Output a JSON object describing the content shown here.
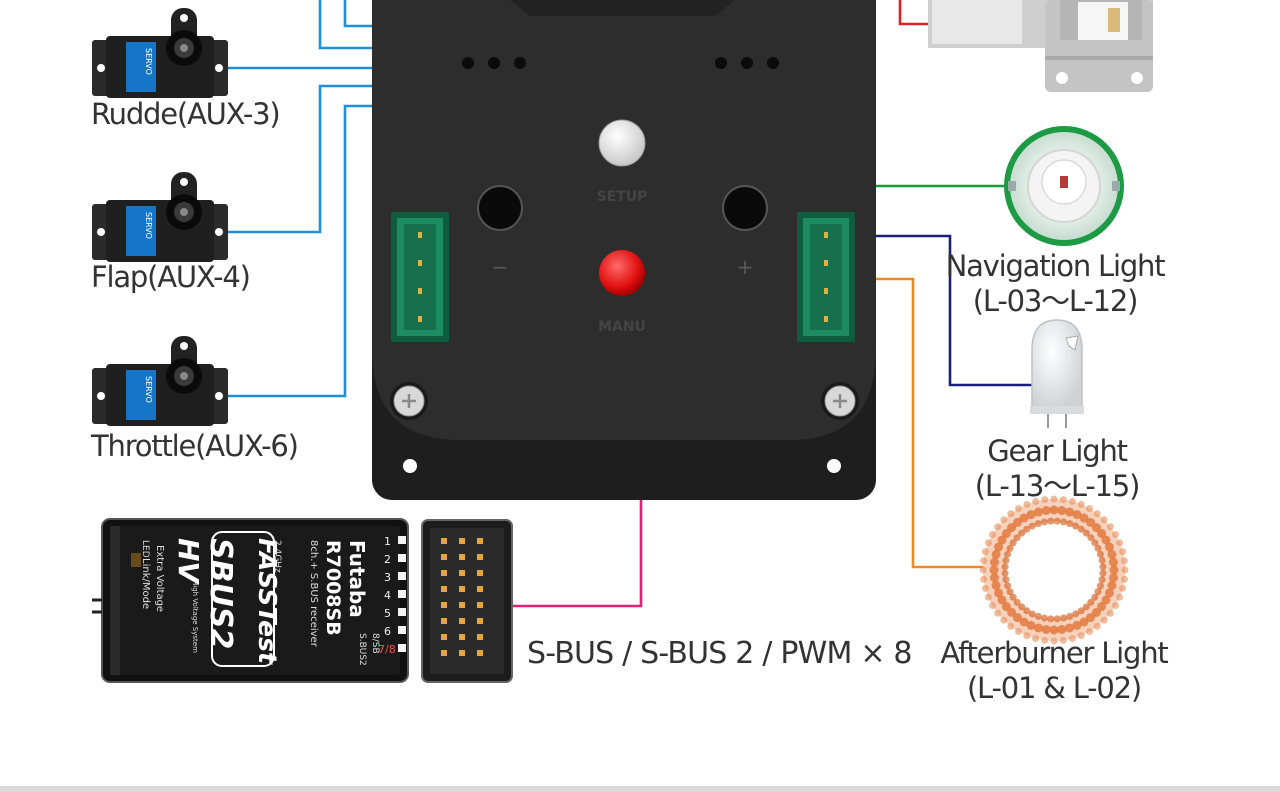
{
  "servo_labels": [
    "Rudde(AUX-3)",
    "Flap(AUX-4)",
    "Throttle(AUX-6)"
  ],
  "servo_badge": "SERVO",
  "unit_labels": {
    "setup": "SETUP",
    "manu": "MANU",
    "minus": "−",
    "plus": "+"
  },
  "lights": {
    "navigation": {
      "name": "Navigation Light",
      "range": "(L-03～L-12)"
    },
    "gear": {
      "name": "Gear Light",
      "range": "(L-13～L-15)"
    },
    "afterburner": {
      "name": "Afterburner Light",
      "range": "(L-01 & L-02)"
    }
  },
  "receiver": {
    "brand": "Futaba",
    "model": "R7008SB",
    "desc": "8ch.+ S.BUS receiver",
    "fasstest": "FASSTest",
    "ghz": "2.4GHz",
    "sbus2": "SBUS2",
    "hv": "HV",
    "hv_desc": "High Voltage System",
    "led": "LED",
    "extra_voltage": "Extra Voltage",
    "link_mode": "Link/Mode",
    "channels": [
      "1",
      "2",
      "3",
      "4",
      "5",
      "6",
      "7/8"
    ],
    "port_sbus2": "S.BUS2",
    "port_78sb": "8/SB"
  },
  "bus_label": "S-BUS / S-BUS 2 / PWM × 8",
  "colors": {
    "blue": "#1f8fd6",
    "green": "#1a9a3a",
    "navy": "#1a1f7a",
    "orange": "#f08a1c",
    "magenta": "#e0207a",
    "red": "#e02020",
    "unit": "#2a2a2a"
  }
}
